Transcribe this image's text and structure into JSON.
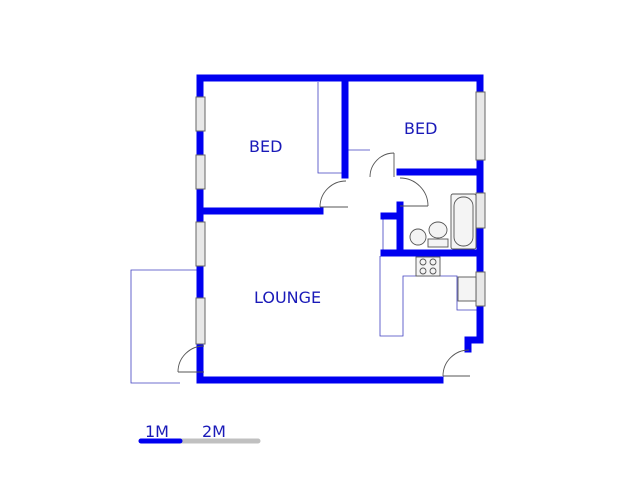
{
  "rooms": {
    "bed_left": "BED",
    "bed_right": "BED",
    "lounge": "LOUNGE"
  },
  "scale_bar": {
    "label_1": "1M",
    "label_2": "2M"
  },
  "colors": {
    "wall": "#0000f0",
    "text": "#1a1ab8",
    "scale_gray": "#c0c0c0"
  }
}
